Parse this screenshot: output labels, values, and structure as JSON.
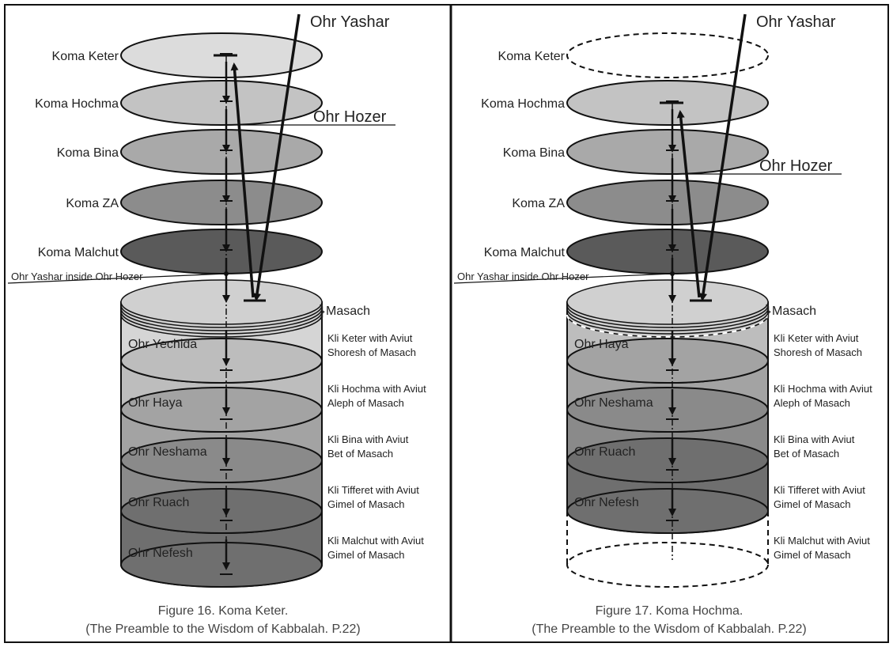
{
  "fills": {
    "keter": "#dcdcdc",
    "hochma": "#c3c3c3",
    "bina": "#a9a9a9",
    "za": "#8c8c8c",
    "malchut": "#5a5a5a",
    "vessel_l1": "#d5d5d5",
    "vessel_l2": "#bdbdbd",
    "vessel_l3": "#a3a3a3",
    "vessel_l4": "#8a8a8a",
    "vessel_l5": "#6f6f6f",
    "line": "#111111"
  },
  "panels": [
    {
      "koma_labels": [
        "Koma Keter",
        "Koma Hochma",
        "Koma Bina",
        "Koma ZA",
        "Koma Malchut"
      ],
      "ohr_yashar": "Ohr Yashar",
      "ohr_hozer": "Ohr Hozer",
      "inside_label": "Ohr Yashar inside Ohr Hozer",
      "masach": "Masach",
      "lights": [
        "Ohr Yechida",
        "Ohr Haya",
        "Ohr Neshama",
        "Ohr Ruach",
        "Ohr Nefesh"
      ],
      "kli": [
        {
          "line1": "Kli Keter with Aviut",
          "line2": "Shoresh of Masach"
        },
        {
          "line1": "Kli Hochma with Aviut",
          "line2": "Aleph of Masach"
        },
        {
          "line1": "Kli Bina with Aviut",
          "line2": "Bet of Masach"
        },
        {
          "line1": "Kli Tifferet with Aviut",
          "line2": "Gimel of Masach"
        },
        {
          "line1": "Kli Malchut with Aviut",
          "line2": "Gimel of Masach"
        }
      ],
      "caption_line1": "Figure 16. Koma Keter.",
      "caption_line2": "(The Preamble to the Wisdom of Kabbalah. P.22)"
    },
    {
      "koma_labels": [
        "Koma Keter",
        "Koma Hochma",
        "Koma Bina",
        "Koma ZA",
        "Koma Malchut"
      ],
      "ohr_yashar": "Ohr Yashar",
      "ohr_hozer": "Ohr Hozer",
      "inside_label": "Ohr Yashar inside Ohr Hozer",
      "masach": "Masach",
      "lights": [
        "Ohr Haya",
        "Ohr Neshama",
        "Ohr Ruach",
        "Ohr Nefesh"
      ],
      "kli": [
        {
          "line1": "Kli Keter with Aviut",
          "line2": "Shoresh of Masach"
        },
        {
          "line1": "Kli Hochma with Aviut",
          "line2": "Aleph of Masach"
        },
        {
          "line1": "Kli Bina with Aviut",
          "line2": "Bet of Masach"
        },
        {
          "line1": "Kli Tifferet with Aviut",
          "line2": "Gimel of Masach"
        },
        {
          "line1": "Kli Malchut with Aviut",
          "line2": "Gimel of Masach"
        }
      ],
      "caption_line1": "Figure 17. Koma Hochma.",
      "caption_line2": "(The Preamble to the Wisdom of Kabbalah. P.22)"
    }
  ]
}
